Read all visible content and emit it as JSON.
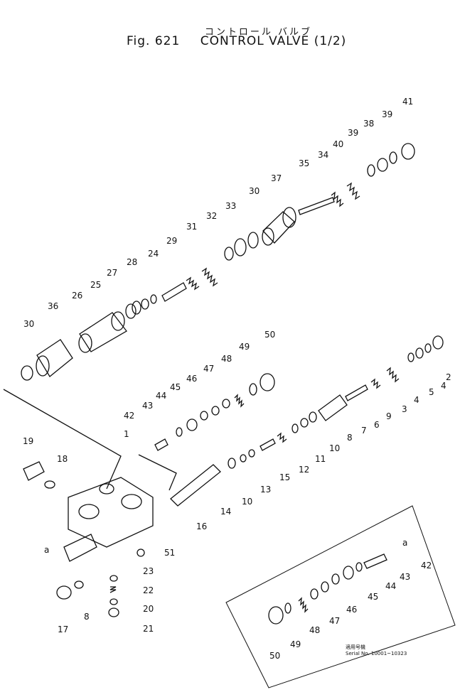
{
  "title": {
    "jp": "コントロール バルブ",
    "fig": "Fig. 621",
    "name": "CONTROL VALVE (1/2)"
  },
  "inset": {
    "label_jp": "適用号機",
    "serial": "Serial No. 10001~10323"
  },
  "callouts": {
    "c1": "1",
    "c2": "2",
    "c3": "3",
    "c4a": "4",
    "c4b": "4",
    "c5": "5",
    "c6": "6",
    "c7": "7",
    "c8a": "8",
    "c8b": "8",
    "c9": "9",
    "c10a": "10",
    "c10b": "10",
    "c11": "11",
    "c12": "12",
    "c13": "13",
    "c14": "14",
    "c15": "15",
    "c16": "16",
    "c17": "17",
    "c18": "18",
    "c19": "19",
    "c20": "20",
    "c21": "21",
    "c22": "22",
    "c23": "23",
    "c24": "24",
    "c25": "25",
    "c26": "26",
    "c27": "27",
    "c28": "28",
    "c29": "29",
    "c30a": "30",
    "c30b": "30",
    "c31": "31",
    "c32": "32",
    "c33": "33",
    "c34": "34",
    "c35": "35",
    "c36": "36",
    "c37": "37",
    "c38": "38",
    "c39a": "39",
    "c39b": "39",
    "c40": "40",
    "c41": "41",
    "c42": "42",
    "c43": "43",
    "c44": "44",
    "c45": "45",
    "c46": "46",
    "c47": "47",
    "c48": "48",
    "c49": "49",
    "c50": "50",
    "c51": "51",
    "c42i": "42",
    "c43i": "43",
    "c44i": "44",
    "c45i": "45",
    "c46i": "46",
    "c47i": "47",
    "c48i": "48",
    "c49i": "49",
    "c50i": "50",
    "ref_a1": "a",
    "ref_a2": "a"
  }
}
